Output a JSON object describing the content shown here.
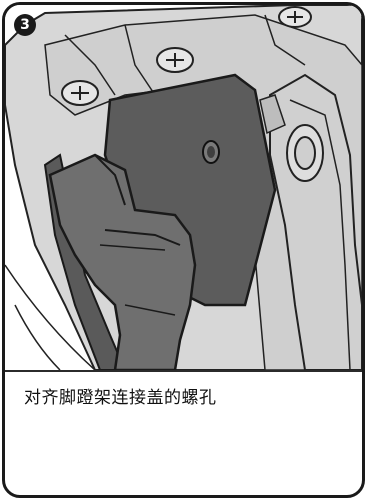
{
  "step": {
    "number": "3"
  },
  "caption": {
    "text": "对齐脚蹬架连接盖的螺孔"
  },
  "colors": {
    "frame": "#1a1a1a",
    "metal": "#d2d2d2",
    "cap": "#5c5c5c",
    "hand": "#6e6e6e"
  },
  "illustration": {
    "icon": "pedal-cover-alignment-illustration"
  }
}
